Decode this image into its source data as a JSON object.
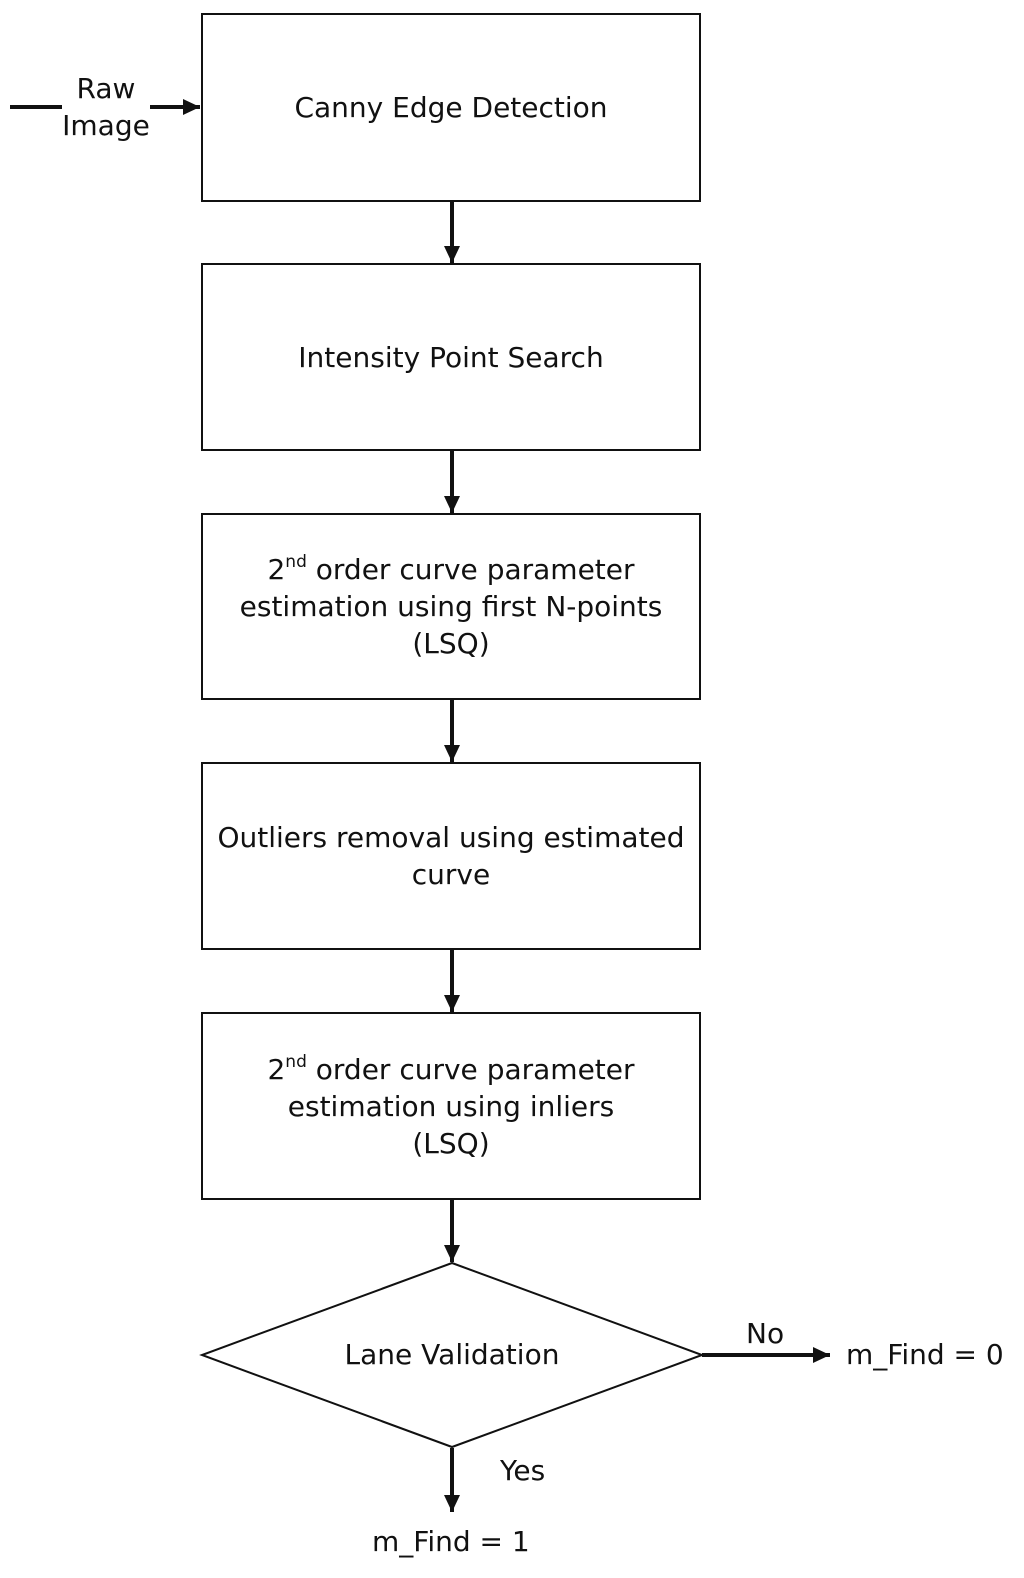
{
  "input_label": {
    "line1": "Raw",
    "line2": "Image"
  },
  "steps": [
    {
      "text": "Canny Edge Detection"
    },
    {
      "text": "Intensity Point Search"
    },
    {
      "prefix": "2",
      "superscript": "nd",
      "line1_rest": " order curve parameter",
      "line2": "estimation using first N-points",
      "line3": "(LSQ)"
    },
    {
      "line1": "Outliers removal using estimated",
      "line2": "curve"
    },
    {
      "prefix": "2",
      "superscript": "nd",
      "line1_rest": " order curve parameter",
      "line2": "estimation using inliers",
      "line3": "(LSQ)"
    }
  ],
  "decision": {
    "text": "Lane Validation"
  },
  "branches": {
    "no_label": "No",
    "no_result": "m_Find = 0",
    "yes_label": "Yes",
    "yes_result": "m_Find = 1"
  }
}
